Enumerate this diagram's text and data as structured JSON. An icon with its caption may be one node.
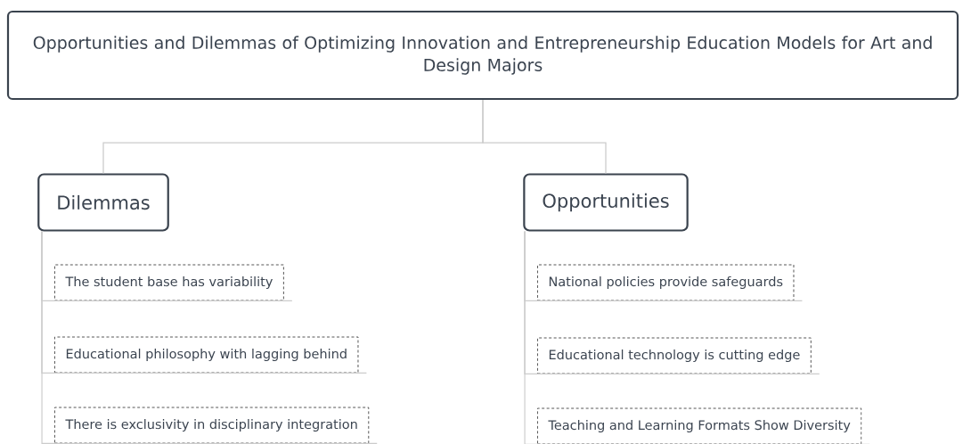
{
  "diagram": {
    "nodes": [
      {
        "text": [
          "Opportunities and Dilemmas of Optimizing Innovation and Entrepreneurship Education Models for Art and Design Majors"
        ]
      },
      {
        "text": [
          "Dilemmas"
        ]
      },
      {
        "text": [
          "The student base has variability"
        ]
      },
      {
        "text": [
          "Educational philosophy with lagging behind"
        ]
      },
      {
        "text": [
          "There is exclusivity in disciplinary integration"
        ]
      },
      {
        "text": [
          "Opportunities"
        ]
      },
      {
        "text": [
          "National policies provide safeguards"
        ]
      },
      {
        "text": [
          "Educational technology is cutting edge"
        ]
      },
      {
        "text": [
          "Teaching and Learning Formats Show Diversity"
        ]
      }
    ],
    "edges": [
      {
        "from": 0,
        "to": 1,
        "arrow": "none"
      },
      {
        "from": 0,
        "to": 5,
        "arrow": "none"
      },
      {
        "from": 1,
        "to": 2,
        "arrow": "none"
      },
      {
        "from": 1,
        "to": 3,
        "arrow": "none"
      },
      {
        "from": 1,
        "to": 4,
        "arrow": "none"
      },
      {
        "from": 5,
        "to": 6,
        "arrow": "none"
      },
      {
        "from": 5,
        "to": 7,
        "arrow": "none"
      },
      {
        "from": 5,
        "to": 8,
        "arrow": "none"
      }
    ]
  }
}
